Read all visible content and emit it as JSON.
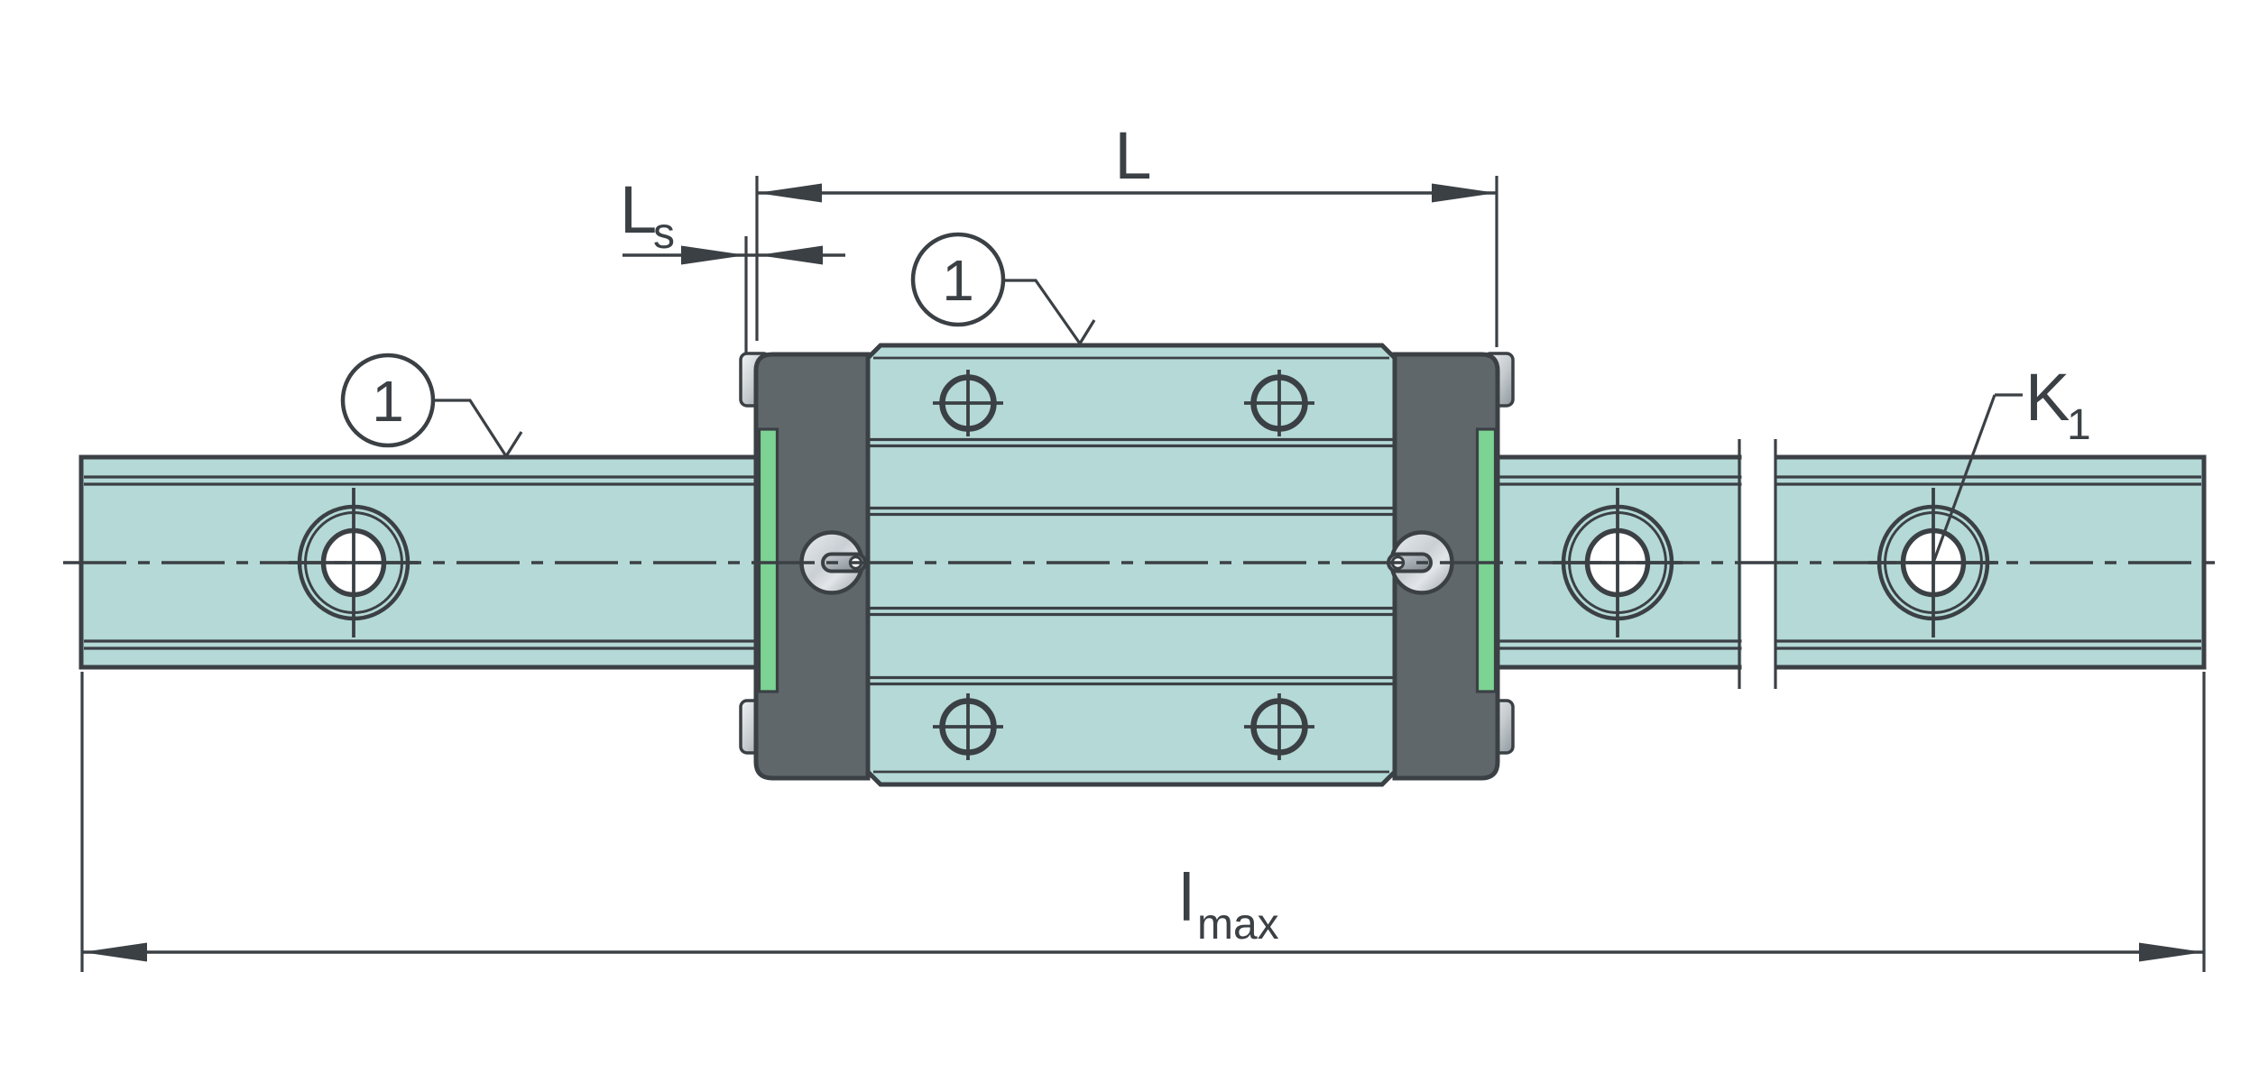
{
  "colors": {
    "ink": "#3b4045",
    "teal": "#b4d9d6",
    "cap_gray": "#5f676b",
    "seal_green": "#7cd393",
    "paper": "#ffffff",
    "metal_light": "#f2f4f5",
    "metal_dark": "#8f979d",
    "pill_light": "#cdd3d7",
    "pill_dark": "#7e868c"
  },
  "dimensions": {
    "carriage_length": {
      "text": "L"
    },
    "carriage_length_with_seals": {
      "text": "L",
      "subscript": "s"
    },
    "max_rail_length": {
      "text": "l",
      "subscript": "max"
    }
  },
  "callouts": {
    "rail_balloon": "1",
    "carriage_balloon": "1",
    "lube_hole_ref": {
      "text": "K",
      "subscript": "1"
    }
  }
}
